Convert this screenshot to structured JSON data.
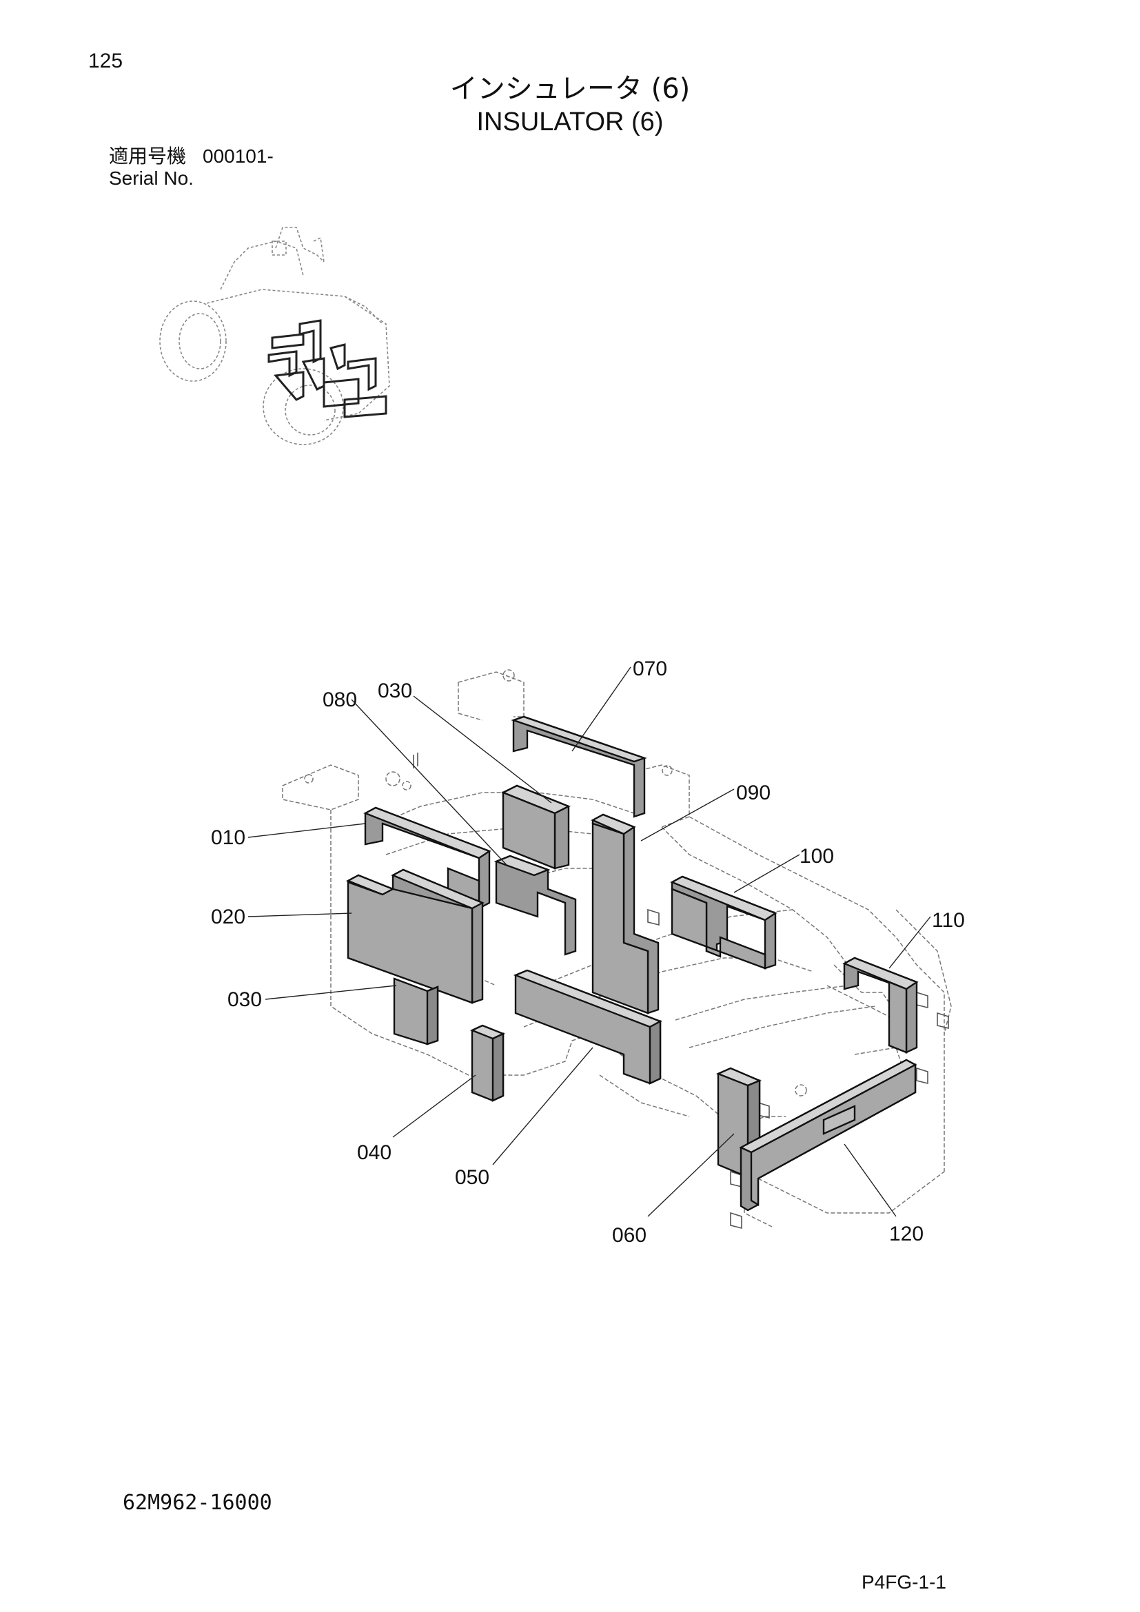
{
  "header": {
    "page_number": "125",
    "title_jp": "インシュレータ (6)",
    "title_en": "INSULATOR (6)"
  },
  "serial": {
    "label_jp": "適用号機",
    "value": "000101-",
    "label_en": "Serial No."
  },
  "callouts": {
    "c010": "010",
    "c020": "020",
    "c030a": "030",
    "c030b": "030",
    "c040": "040",
    "c050": "050",
    "c060": "060",
    "c070": "070",
    "c080": "080",
    "c090": "090",
    "c100": "100",
    "c110": "110",
    "c120": "120"
  },
  "footer": {
    "doc_code": "62M962-16000",
    "page_ref": "P4FG-1-1"
  }
}
